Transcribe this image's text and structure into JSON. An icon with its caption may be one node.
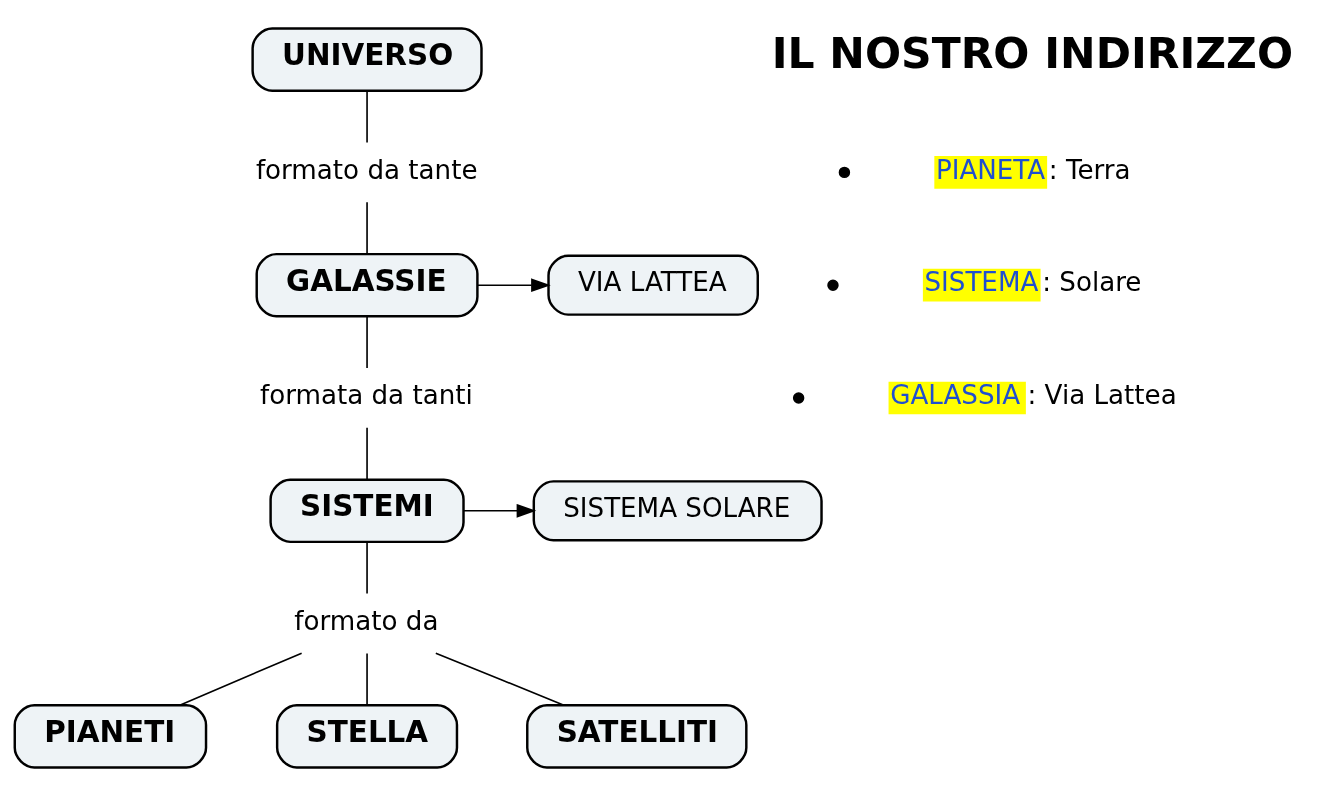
{
  "diagram": {
    "nodes": [
      {
        "text": [
          "UNIVERSO"
        ]
      },
      {
        "text": [
          "formato da tante"
        ]
      },
      {
        "text": [
          "GALASSIE"
        ]
      },
      {
        "text": [
          "VIA LATTEA"
        ]
      },
      {
        "text": [
          "formata da tanti"
        ]
      },
      {
        "text": [
          "SISTEMI"
        ]
      },
      {
        "text": [
          "SISTEMA SOLARE"
        ]
      },
      {
        "text": [
          "formato da"
        ]
      },
      {
        "text": [
          "PIANETI"
        ]
      },
      {
        "text": [
          "STELLA"
        ]
      },
      {
        "text": [
          "SATELLITI"
        ]
      }
    ],
    "edges": [
      {
        "from": 0,
        "to": 1,
        "arrow": "none"
      },
      {
        "from": 1,
        "to": 2,
        "arrow": "none"
      },
      {
        "from": 2,
        "to": 3,
        "arrow": "to"
      },
      {
        "from": 2,
        "to": 4,
        "arrow": "none"
      },
      {
        "from": 4,
        "to": 5,
        "arrow": "none"
      },
      {
        "from": 5,
        "to": 6,
        "arrow": "to"
      },
      {
        "from": 5,
        "to": 7,
        "arrow": "none"
      },
      {
        "from": 7,
        "to": 8,
        "arrow": "none"
      },
      {
        "from": 7,
        "to": 9,
        "arrow": "none"
      },
      {
        "from": 7,
        "to": 10,
        "arrow": "none"
      }
    ],
    "labels": [
      "IL NOSTRO INDIRIZZO",
      "PIANETA: Terra",
      "SISTEMA: Solare",
      "GALASSIA: Via Lattea"
    ]
  }
}
